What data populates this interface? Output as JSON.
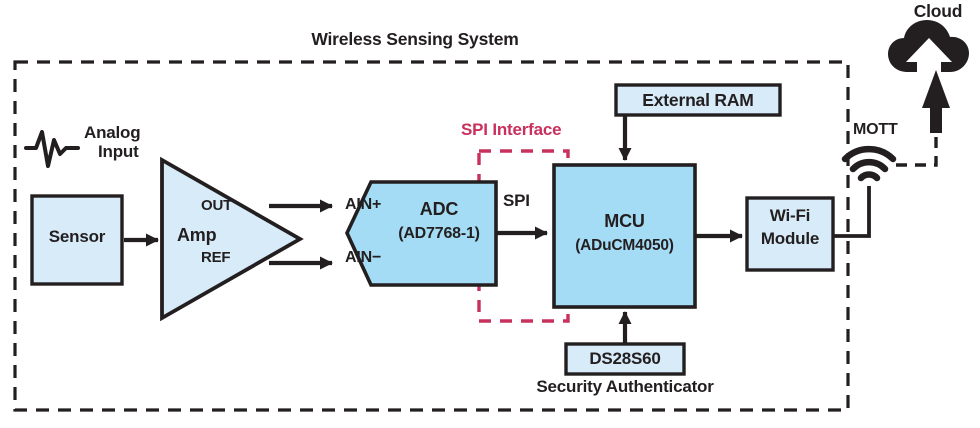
{
  "diagram": {
    "title": "Wireless Sensing System",
    "outer_boundary_style": "dashed",
    "colors": {
      "ink": "#231f20",
      "accent_red": "#c8315c",
      "fill_pale_blue": "#d7ebf9",
      "fill_mid_blue": "#a5dcf5",
      "background": "#ffffff"
    }
  },
  "annotations": {
    "analog_input": "Analog\nInput",
    "analog_input_line1": "Analog",
    "analog_input_line2": "Input",
    "spi_interface": "SPI Interface",
    "spi_bus": "SPI",
    "mqtt": "MOTT",
    "security_authenticator": "Security Authenticator",
    "cloud": "Cloud"
  },
  "blocks": [
    {
      "id": "sensor",
      "label": "Sensor",
      "shape": "rectangle",
      "fill": "#d7ebf9"
    },
    {
      "id": "amp",
      "label": "Amp",
      "shape": "triangle",
      "fill": "#d7ebf9",
      "pin_out": "OUT",
      "pin_ref": "REF"
    },
    {
      "id": "adc",
      "label": "ADC",
      "sublabel": "(AD7768-1)",
      "shape": "pentagon",
      "fill": "#a5dcf5",
      "pin_ain_pos": "AIN+",
      "pin_ain_neg": "AIN−"
    },
    {
      "id": "mcu",
      "label": "MCU",
      "sublabel": "(ADuCM4050)",
      "shape": "rectangle",
      "fill": "#a5dcf5"
    },
    {
      "id": "external-ram",
      "label": "External RAM",
      "shape": "rectangle",
      "fill": "#d7ebf9"
    },
    {
      "id": "wifi-module",
      "label": "Wi-Fi\nModule",
      "label_line1": "Wi-Fi",
      "label_line2": "Module",
      "shape": "rectangle",
      "fill": "#d7ebf9"
    },
    {
      "id": "ds28s60",
      "label": "DS28S60",
      "shape": "rectangle",
      "fill": "#d7ebf9"
    }
  ],
  "icons": {
    "waveform": "analog-waveform-icon",
    "wifi": "wifi-signal-icon",
    "cloud": "cloud-upload-icon"
  }
}
